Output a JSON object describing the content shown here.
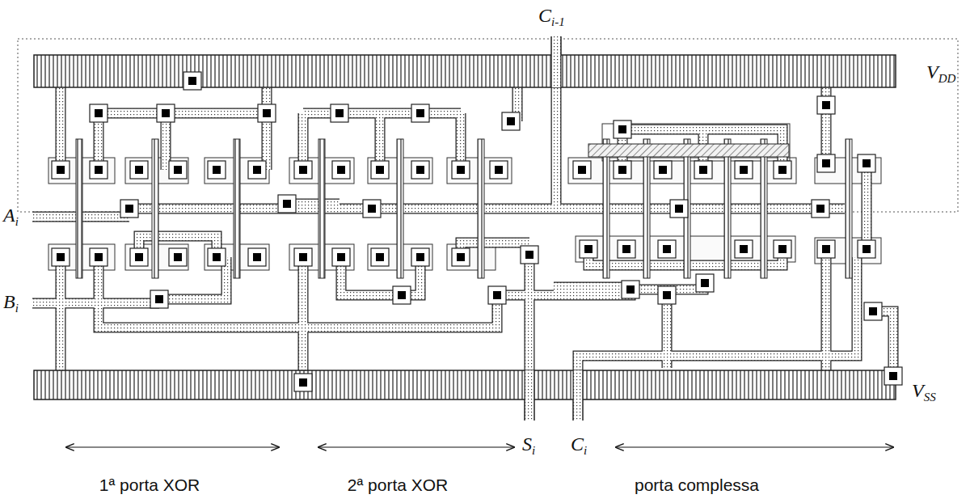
{
  "diagram": {
    "labels": [
      "Ci-1",
      "VDD",
      "Ai",
      "Bi",
      "VSS",
      "Si",
      "Ci",
      "1ª porta XOR",
      "2ª porta XOR",
      "porta complessa"
    ]
  }
}
